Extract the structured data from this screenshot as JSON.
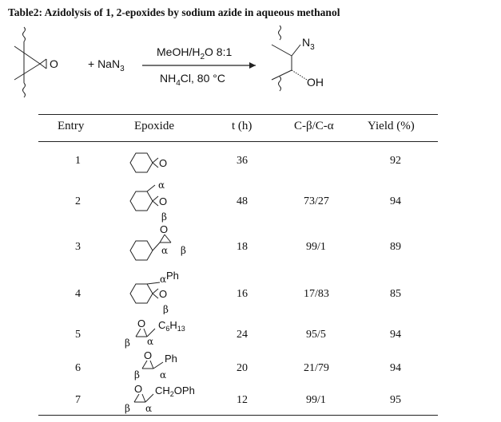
{
  "caption": "Table2: Azidolysis of 1, 2-epoxides by sodium azide in aqueous methanol",
  "scheme": {
    "reagent_plus": "+ NaN",
    "reagent_sub": "3",
    "epoxide_o": "O",
    "cond_top_main": "MeOH/H",
    "cond_top_sub": "2",
    "cond_top_rest": "O 8:1",
    "cond_bottom": "NH",
    "cond_bottom_sub": "4",
    "cond_bottom_rest": "Cl, 80 °C",
    "product_n3": "N",
    "product_n3_sub": "3",
    "product_oh": "OH"
  },
  "table": {
    "headers": [
      "Entry",
      "Epoxide",
      "t (h)",
      "C-β/C-α",
      "Yield (%)"
    ],
    "rows": [
      {
        "entry": "1",
        "t": "36",
        "ratio": "",
        "yield": "92"
      },
      {
        "entry": "2",
        "t": "48",
        "ratio": "73/27",
        "yield": "94"
      },
      {
        "entry": "3",
        "t": "18",
        "ratio": "99/1",
        "yield": "89"
      },
      {
        "entry": "4",
        "t": "16",
        "ratio": "17/83",
        "yield": "85"
      },
      {
        "entry": "5",
        "t": "24",
        "ratio": "95/5",
        "yield": "94"
      },
      {
        "entry": "6",
        "t": "20",
        "ratio": "21/79",
        "yield": "94"
      },
      {
        "entry": "7",
        "t": "12",
        "ratio": "99/1",
        "yield": "95"
      }
    ]
  },
  "structures": {
    "o": "O",
    "alpha": "α",
    "beta": "β",
    "ph": "Ph",
    "c6h13_main": "C",
    "c6h13_sub1": "6",
    "c6h13_h": "H",
    "c6h13_sub2": "13",
    "ch2oph_main": "CH",
    "ch2oph_sub": "2",
    "ch2oph_rest": "OPh"
  }
}
